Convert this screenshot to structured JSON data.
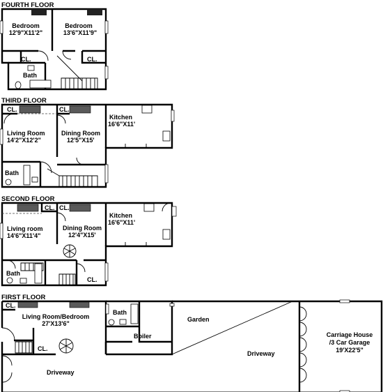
{
  "floors": {
    "fourth": {
      "title": "FOURTH FLOOR",
      "rooms": [
        {
          "name": "Bedroom",
          "size": "12'9\"X11'2\""
        },
        {
          "name": "Bedroom",
          "size": "13'6\"X11'9\""
        }
      ],
      "closets": [
        "CL.",
        "CL."
      ],
      "bath": "Bath"
    },
    "third": {
      "title": "THIRD FLOOR",
      "rooms": [
        {
          "name": "Living Room",
          "size": "14'2\"X12'2\""
        },
        {
          "name": "Dining Room",
          "size": "12'5\"X15'"
        },
        {
          "name": "Kitchen",
          "size": "16'6\"X11'"
        }
      ],
      "closets": [
        "CL.",
        "CL."
      ],
      "bath": "Bath"
    },
    "second": {
      "title": "SECOND FLOOR",
      "rooms": [
        {
          "name": "Living room",
          "size": "14'6\"X11'4\""
        },
        {
          "name": "Dining Room",
          "size": "12'4\"X15'"
        },
        {
          "name": "Kitchen",
          "size": "16'6\"X11'"
        }
      ],
      "closets": [
        "CL.",
        "CL.",
        "CL."
      ],
      "bath": "Bath"
    },
    "first": {
      "title": "FIRST FLOOR",
      "rooms": [
        {
          "name": "Living Room/Bedroom",
          "size": "27'X13'6\""
        },
        {
          "name": "Carriage House",
          "line2": "/3 Car Garage",
          "size": "19'X22'5\""
        }
      ],
      "closets": [
        "CL.",
        "CL."
      ],
      "bath": "Bath",
      "boiler": "Boiler",
      "garden": "Garden",
      "driveway": [
        "Driveway",
        "Driveway"
      ]
    }
  }
}
